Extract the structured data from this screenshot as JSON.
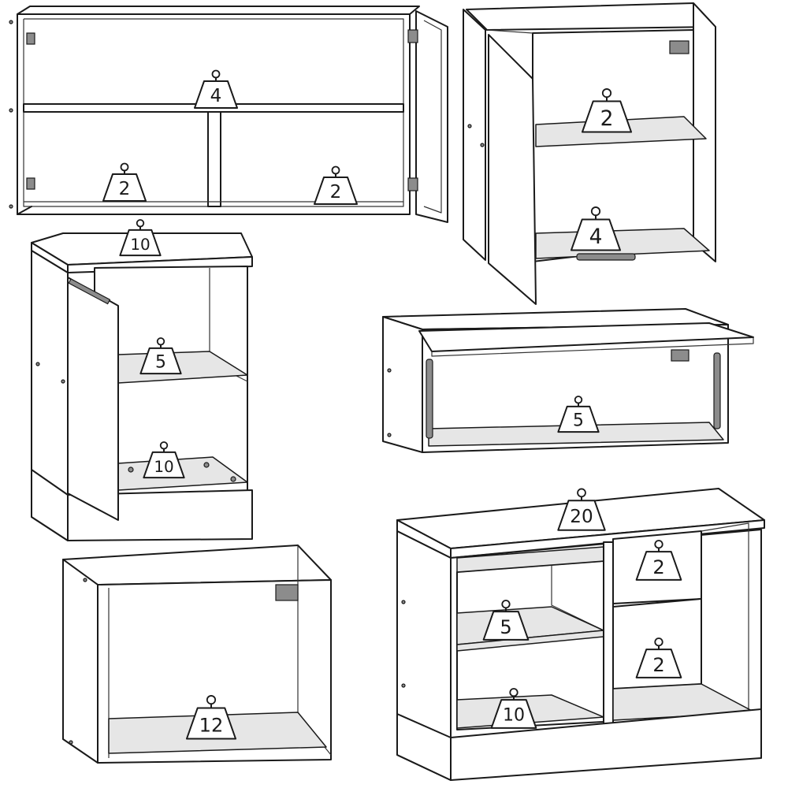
{
  "cabinets": [
    {
      "id": "wall-cabinet-wide",
      "loads": [
        {
          "id": "top-shelf",
          "value": "4"
        },
        {
          "id": "bottom-left",
          "value": "2"
        },
        {
          "id": "bottom-right",
          "value": "2"
        }
      ]
    },
    {
      "id": "wall-cabinet-single-door",
      "loads": [
        {
          "id": "shelf",
          "value": "2"
        },
        {
          "id": "bottom",
          "value": "4"
        }
      ]
    },
    {
      "id": "base-cabinet-single-door",
      "loads": [
        {
          "id": "worktop",
          "value": "10"
        },
        {
          "id": "shelf",
          "value": "5"
        },
        {
          "id": "bottom",
          "value": "10"
        }
      ]
    },
    {
      "id": "wall-cabinet-lift-up",
      "loads": [
        {
          "id": "bottom",
          "value": "5"
        }
      ]
    },
    {
      "id": "open-box-cabinet",
      "loads": [
        {
          "id": "bottom",
          "value": "12"
        }
      ]
    },
    {
      "id": "base-cabinet-double",
      "loads": [
        {
          "id": "worktop",
          "value": "20"
        },
        {
          "id": "drawer-upper",
          "value": "2"
        },
        {
          "id": "shelf",
          "value": "5"
        },
        {
          "id": "drawer-lower",
          "value": "2"
        },
        {
          "id": "bottom",
          "value": "10"
        }
      ]
    }
  ]
}
